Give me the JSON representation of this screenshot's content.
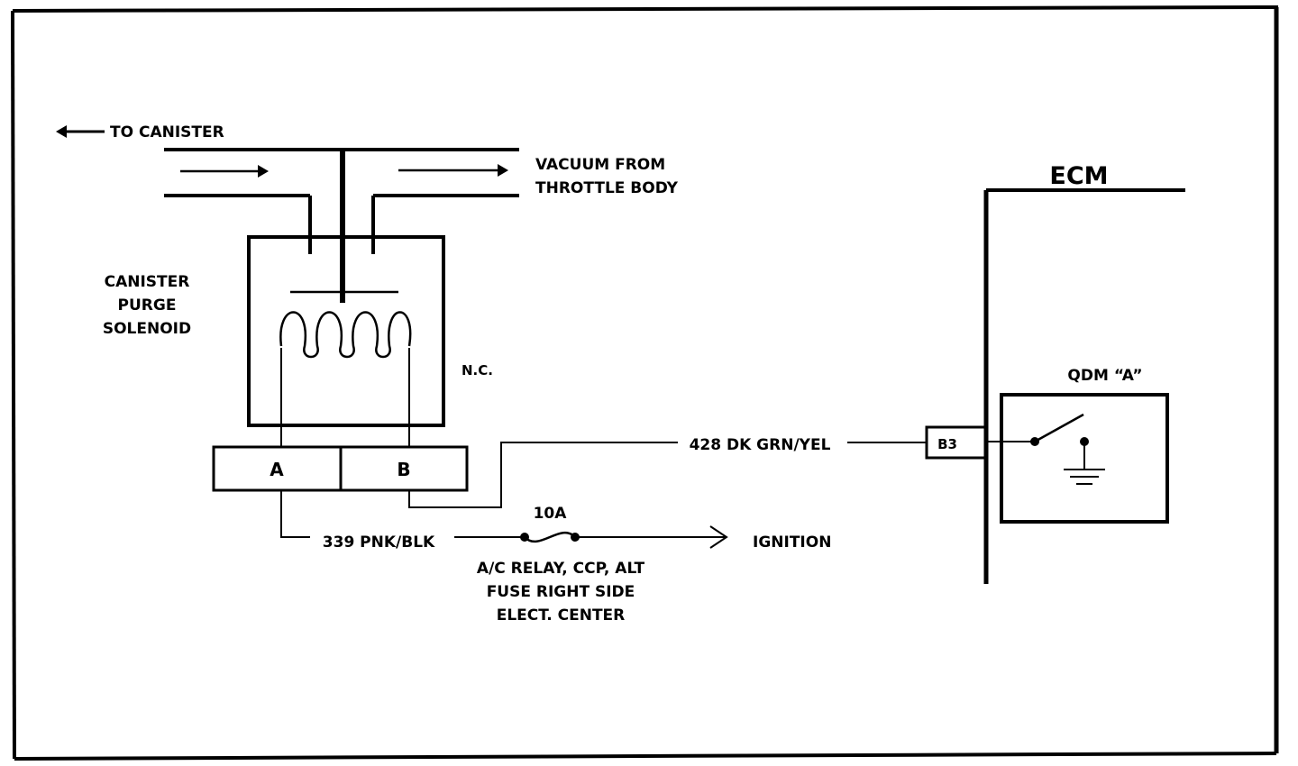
{
  "diagram": {
    "labels": {
      "to_canister": "TO CANISTER",
      "vacuum_line1": "VACUUM FROM",
      "vacuum_line2": "THROTTLE BODY",
      "solenoid_line1": "CANISTER",
      "solenoid_line2": "PURGE",
      "solenoid_line3": "SOLENOID",
      "normally_closed": "N.C.",
      "ecm": "ECM",
      "qdm": "QDM “A”",
      "pin_a": "A",
      "pin_b": "B",
      "ecm_pin": "B3",
      "wire_428": "428 DK GRN/YEL",
      "wire_339": "339 PNK/BLK",
      "fuse_rating": "10A",
      "ignition": "IGNITION",
      "fuse_line1": "A/C RELAY, CCP, ALT",
      "fuse_line2": "FUSE RIGHT SIDE",
      "fuse_line3": "ELECT. CENTER"
    },
    "colors": {
      "ink": "#000000",
      "paper": "#ffffff"
    }
  }
}
